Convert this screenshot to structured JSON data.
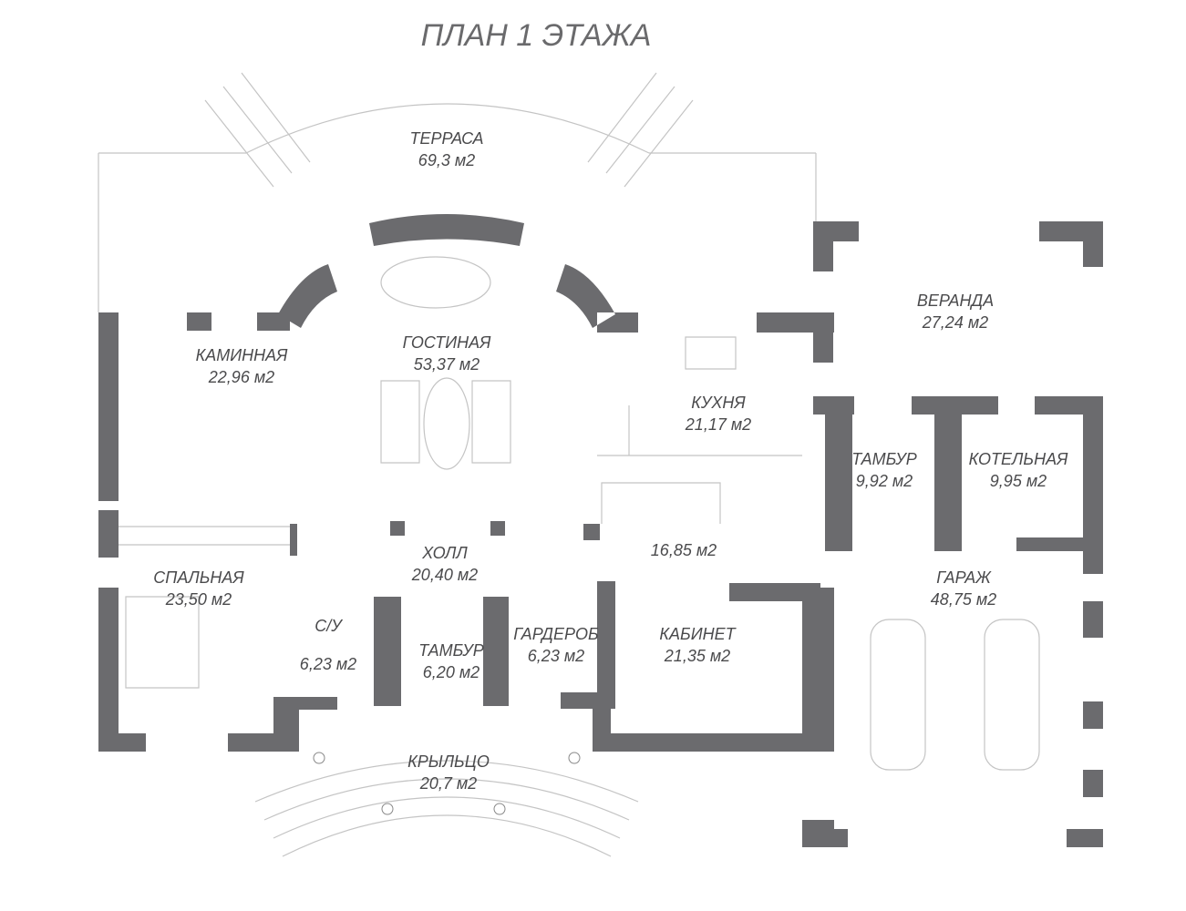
{
  "title": "ПЛАН 1 ЭТАЖА",
  "rooms": {
    "terrace": {
      "name": "ТЕРРАСА",
      "area": "69,3 м2"
    },
    "veranda": {
      "name": "ВЕРАНДА",
      "area": "27,24 м2"
    },
    "fireplace": {
      "name": "КАМИННАЯ",
      "area": "22,96 м2"
    },
    "living": {
      "name": "ГОСТИНАЯ",
      "area": "53,37 м2"
    },
    "kitchen": {
      "name": "КУХНЯ",
      "area": "21,17 м2"
    },
    "vestibule_east": {
      "name": "ТАМБУР",
      "area": "9,92 м2"
    },
    "boiler": {
      "name": "КОТЕЛЬНАЯ",
      "area": "9,95 м2"
    },
    "hall": {
      "name": "ХОЛЛ",
      "area": "20,40 м2"
    },
    "stair_hall": {
      "area": "16,85 м2"
    },
    "bedroom": {
      "name": "СПАЛЬНАЯ",
      "area": "23,50 м2"
    },
    "garage": {
      "name": "ГАРАЖ",
      "area": "48,75 м2"
    },
    "bathroom": {
      "name": "С/У",
      "area": "6,23 м2"
    },
    "vestibule_main": {
      "name": "ТАМБУР",
      "area": "6,20 м2"
    },
    "wardrobe": {
      "name": "ГАРДЕРОБ",
      "area": "6,23 м2"
    },
    "office": {
      "name": "КАБИНЕТ",
      "area": "21,35 м2"
    },
    "porch": {
      "name": "КРЫЛЬЦО",
      "area": "20,7 м2"
    }
  },
  "colors": {
    "wall": "#6b6b6e",
    "line": "#b8b8b8",
    "text": "#4a4a4c"
  }
}
